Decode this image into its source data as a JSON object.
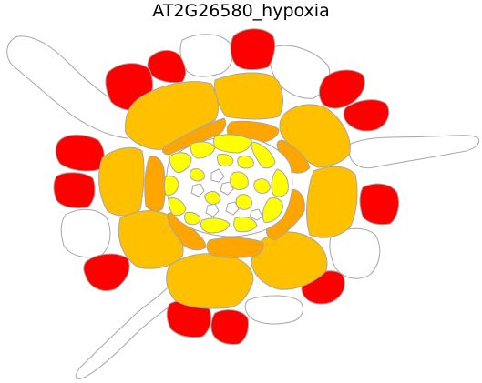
{
  "title": "AT2G26580_hypoxia",
  "colors": {
    "red": "#ff0000",
    "orange": "#ffc000",
    "dark_orange": "#ffa500",
    "yellow": "#ffff00",
    "white": "#ffffff",
    "outline": "#a6a6a6"
  },
  "tissues": [
    {
      "name": "root-hair",
      "color": "white"
    },
    {
      "name": "epidermis",
      "color": "red"
    },
    {
      "name": "epidermis-atrichoblast",
      "color": "white"
    },
    {
      "name": "cortex",
      "color": "orange"
    },
    {
      "name": "endodermis",
      "color": "dark_orange"
    },
    {
      "name": "stele-outer",
      "color": "yellow"
    },
    {
      "name": "stele-inner",
      "color": "white"
    }
  ]
}
